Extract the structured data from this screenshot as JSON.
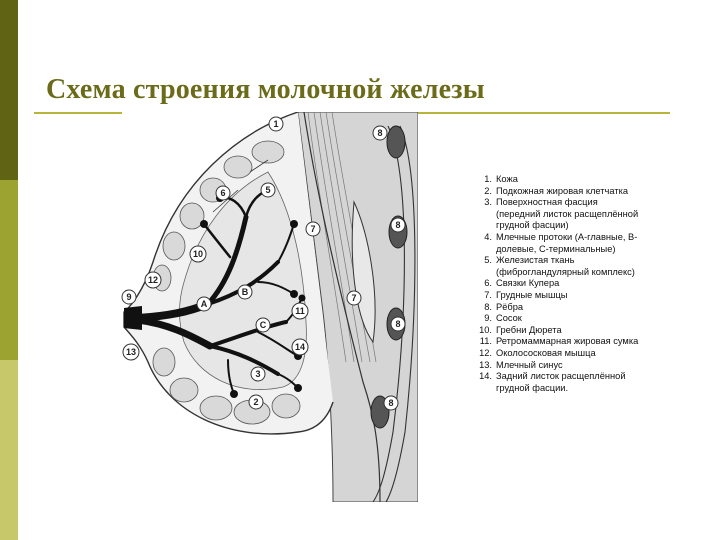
{
  "title": "Схема строения молочной железы",
  "colors": {
    "bar_top": "#5f6313",
    "bar_mid": "#9da331",
    "bar_bottom": "#c6c869",
    "title": "#6b6b1a",
    "rule": "#b9b43a"
  },
  "diagram": {
    "callouts": {
      "c1": "1",
      "c2": "2",
      "c3": "3",
      "c5": "5",
      "c6": "6",
      "c7": "7",
      "c8a": "8",
      "c8b": "8",
      "c8c": "8",
      "c8d": "8",
      "c9": "9",
      "c10": "10",
      "c11": "11",
      "c12": "12",
      "c13": "13",
      "c14": "14",
      "cA": "A",
      "cB": "B",
      "cC": "C"
    }
  },
  "legend": [
    {
      "num": "1.",
      "lines": [
        "Кожа"
      ]
    },
    {
      "num": "2.",
      "lines": [
        "Подкожная жировая клетчатка"
      ]
    },
    {
      "num": "3.",
      "lines": [
        "Поверхностная фасция",
        "(передний листок расщеплённой",
        "грудной  фасции)"
      ]
    },
    {
      "num": "4.",
      "lines": [
        "Млечные протоки (А-главные, В-",
        "долевые, С-терминальные)"
      ]
    },
    {
      "num": "5.",
      "lines": [
        "Железистая ткань",
        "(фиброгландулярный комплекс)"
      ]
    },
    {
      "num": "6.",
      "lines": [
        "Связки Купера"
      ]
    },
    {
      "num": "7.",
      "lines": [
        "Грудные мышцы"
      ]
    },
    {
      "num": "8.",
      "lines": [
        "Рёбра"
      ]
    },
    {
      "num": "9.",
      "lines": [
        "Сосок"
      ]
    },
    {
      "num": "10.",
      "lines": [
        "Гребни Дюрета"
      ]
    },
    {
      "num": "11.",
      "lines": [
        "Ретромаммарная жировая сумка"
      ]
    },
    {
      "num": "12.",
      "lines": [
        "Околососковая мышца"
      ]
    },
    {
      "num": "13.",
      "lines": [
        "Млечный синус"
      ]
    },
    {
      "num": "14.",
      "lines": [
        "Задний листок расщеплённой",
        "грудной фасции."
      ]
    }
  ]
}
